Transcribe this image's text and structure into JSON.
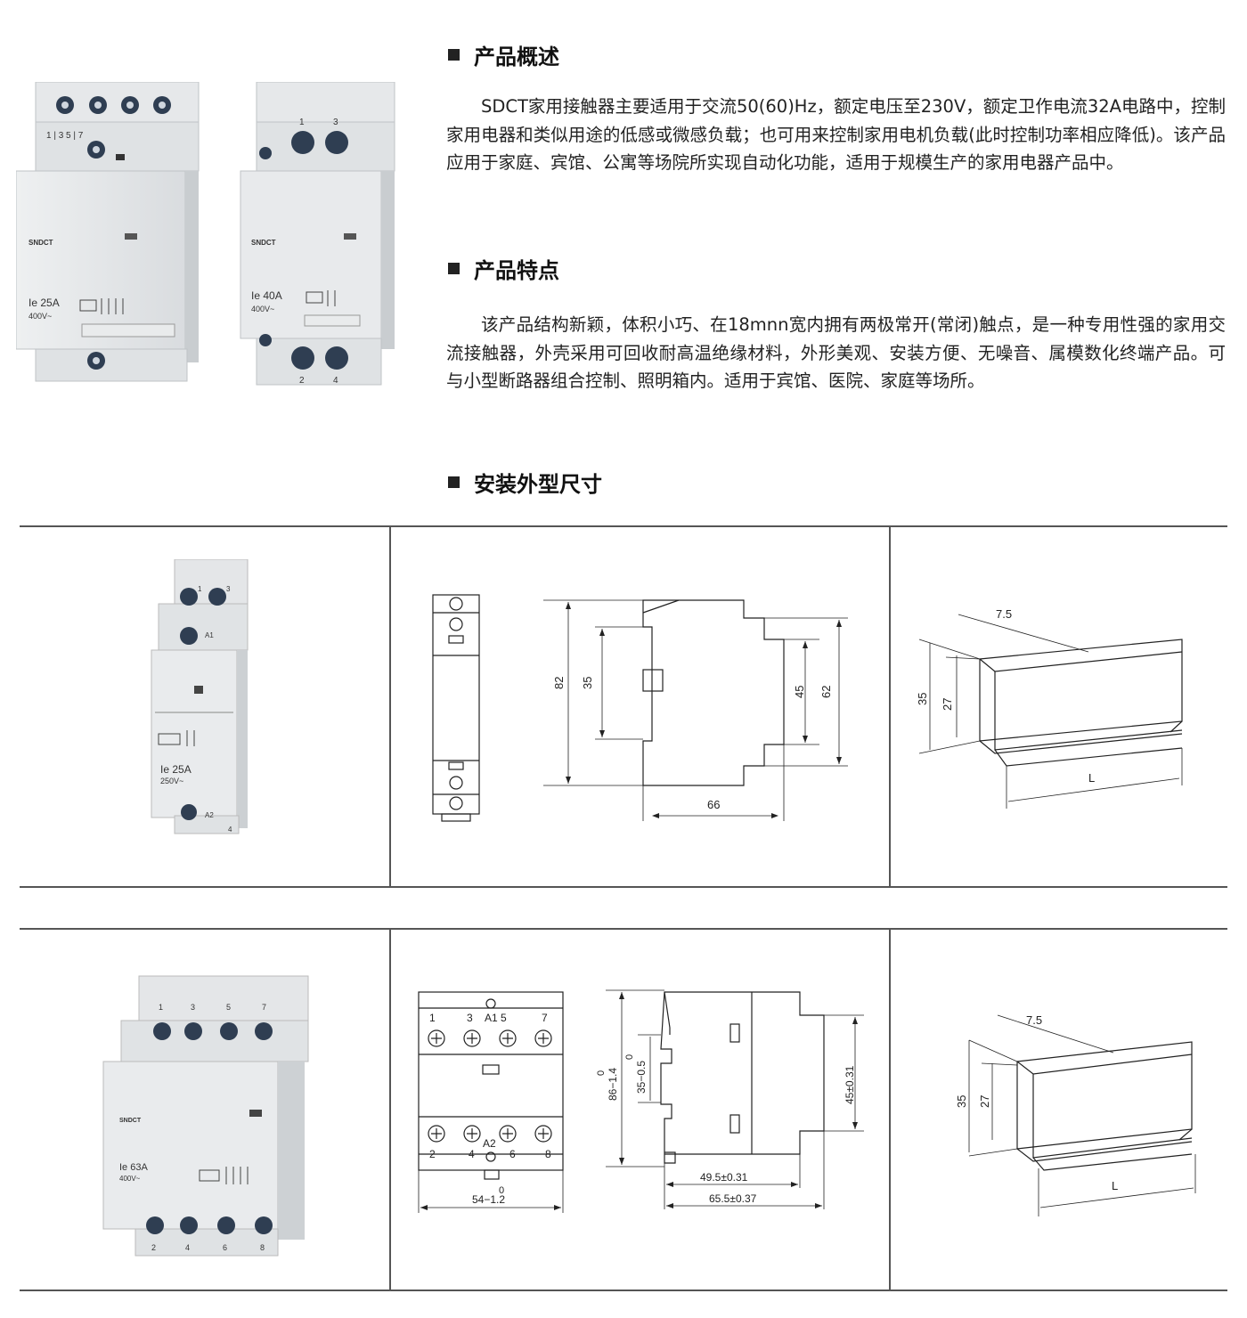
{
  "sections": {
    "overview": {
      "title": "产品概述",
      "text": "SDCT家用接触器主要适用于交流50(60)Hz，额定电压至230V，额定卫作电流32A电路中，控制家用电器和类似用途的低感或微感负载；也可用来控制家用电机负载(此时控制功率相应降低)。该产品应用于家庭、宾馆、公寓等场院所实现自动化功能，适用于规模生产的家用电器产品中。"
    },
    "features": {
      "title": "产品特点",
      "text": "该产品结构新颖，体积小巧、在18mnn宽内拥有两极常开(常闭)触点，是一种专用性强的家用交流接触器，外壳采用可回收耐高温绝缘材料，外形美观、安装方便、无噪音、属模数化终端产品。可与小型断路器组合控制、照明箱内。适用于宾馆、医院、家庭等场所。"
    },
    "dimensions": {
      "title": "安装外型尺寸"
    }
  },
  "photos": {
    "top_left": {
      "brand": "SNDCT",
      "rating": "Ie  25A",
      "voltage": "400V~",
      "top_terms": "1  |  3     5  |  7"
    },
    "top_right": {
      "brand": "SNDCT",
      "rating": "Ie  40A",
      "voltage": "400V~",
      "top_terms": [
        "1",
        "3"
      ],
      "bottom_terms": [
        "2",
        "4"
      ]
    },
    "row1": {
      "rating": "Ie  25A",
      "voltage": "250V~",
      "a1": "A1",
      "a2": "A2",
      "terms": [
        "1",
        "3",
        "4"
      ]
    },
    "row2": {
      "brand": "SNDCT",
      "rating": "Ie  63A",
      "voltage": "400V~",
      "top_terms": [
        "1",
        "3",
        "5",
        "7"
      ],
      "bottom_terms": [
        "2",
        "4",
        "6",
        "8"
      ]
    }
  },
  "drawings": {
    "row1_side": {
      "h82": "82",
      "h35": "35",
      "h45": "45",
      "h62": "62",
      "w66": "66"
    },
    "row1_rail": {
      "top": "7.5",
      "h35": "35",
      "h27": "27",
      "len": "L"
    },
    "row2_front": {
      "top_nums": [
        "1",
        "3",
        "A1 5",
        "7"
      ],
      "bottom_nums": [
        "2",
        "4",
        "6",
        "8"
      ],
      "a2": "A2",
      "width_zero": "0",
      "width": "54−1.2"
    },
    "row2_side": {
      "h_zero": "0",
      "h_total": "86−1.4",
      "r_zero": "0",
      "rail": "35−0.5",
      "h_45": "45±0.31",
      "w1": "49.5±0.31",
      "w2": "65.5±0.37"
    },
    "row2_rail": {
      "top": "7.5",
      "h35": "35",
      "h27": "27",
      "len": "L"
    }
  }
}
